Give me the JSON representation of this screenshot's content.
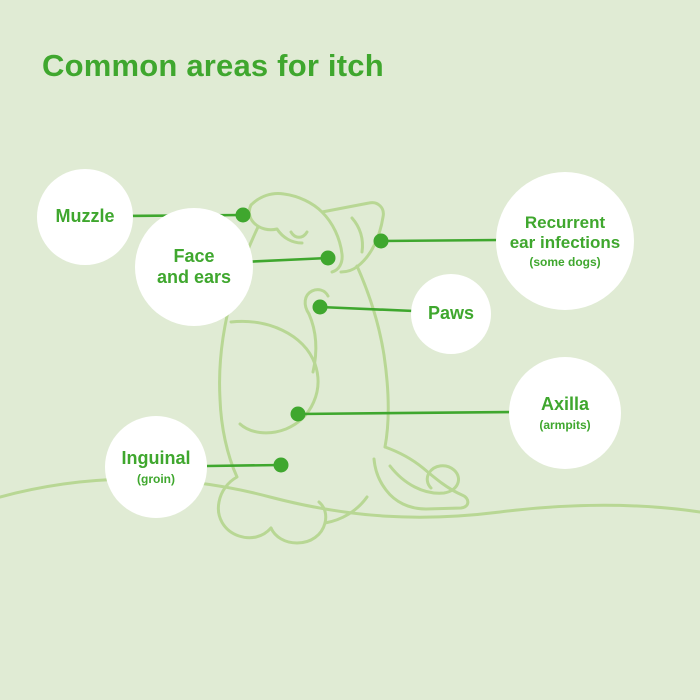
{
  "title": "Common areas for itch",
  "colors": {
    "background": "#e0ebd4",
    "accent_green": "#3fa72e",
    "illustration_green": "#b8d794",
    "circle_fill": "#ffffff"
  },
  "labels": {
    "muzzle": {
      "text": "Muzzle"
    },
    "face_ears": {
      "line1": "Face",
      "line2": "and ears"
    },
    "ear_infections": {
      "line1": "Recurrent",
      "line2": "ear infections",
      "sub": "(some dogs)"
    },
    "paws": {
      "text": "Paws"
    },
    "axilla": {
      "text": "Axilla",
      "sub": "(armpits)"
    },
    "inguinal": {
      "text": "Inguinal",
      "sub": "(groin)"
    }
  }
}
